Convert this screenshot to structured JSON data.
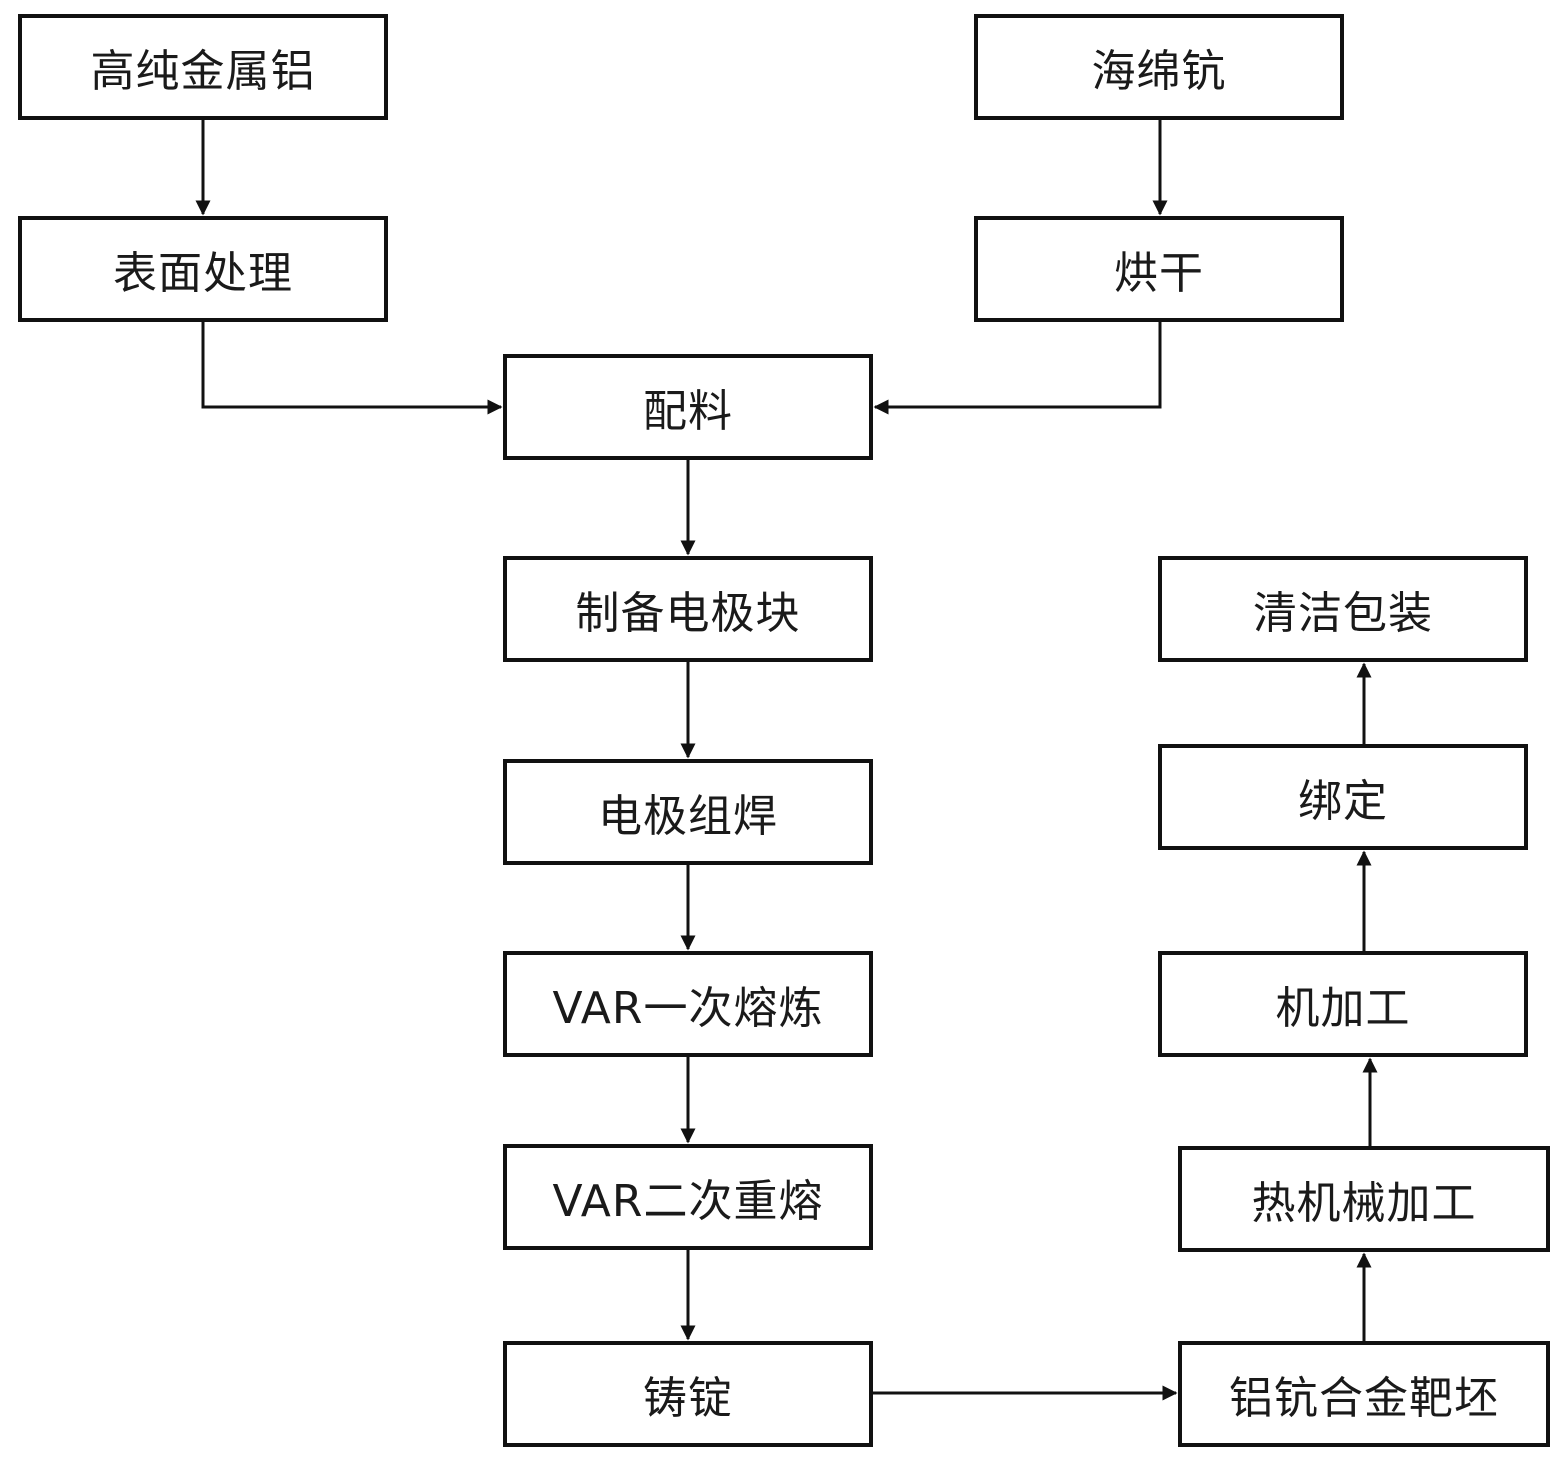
{
  "nodes": {
    "gaochun": "高纯金属铝",
    "biaomian": "表面处理",
    "haimian": "海绵钪",
    "honggan": "烘干",
    "peiliao": "配料",
    "zhibei": "制备电极块",
    "zuhan": "电极组焊",
    "var1": "VAR一次熔炼",
    "var2": "VAR二次重熔",
    "zhuding": "铸锭",
    "baopi": "铝钪合金靶坯",
    "rejixie": "热机械加工",
    "jijiagong": "机加工",
    "bangding": "绑定",
    "qingjie": "清洁包装"
  },
  "colors": {
    "stroke": "#111111",
    "text": "#1a1a1a",
    "background": "#ffffff"
  }
}
